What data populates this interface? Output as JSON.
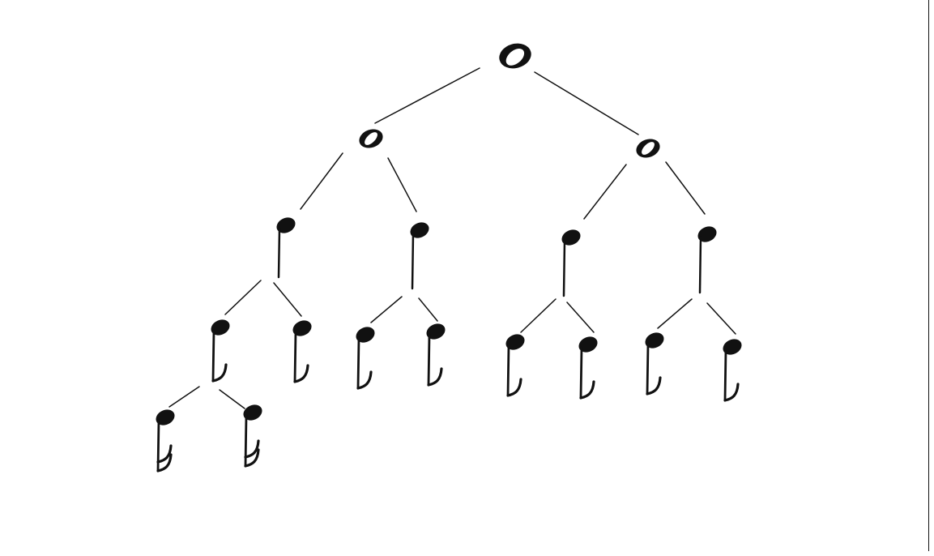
{
  "diagram": {
    "type": "note-value-tree",
    "colors": {
      "ink": "#111111",
      "paper": "#ffffff"
    },
    "levels": [
      {
        "note": "whole-note",
        "count": 1
      },
      {
        "note": "half-note",
        "count": 2
      },
      {
        "note": "quarter-note",
        "count": 4
      },
      {
        "note": "eighth-note",
        "count": 8
      },
      {
        "note": "sixteenth-note",
        "count": 2
      }
    ]
  }
}
